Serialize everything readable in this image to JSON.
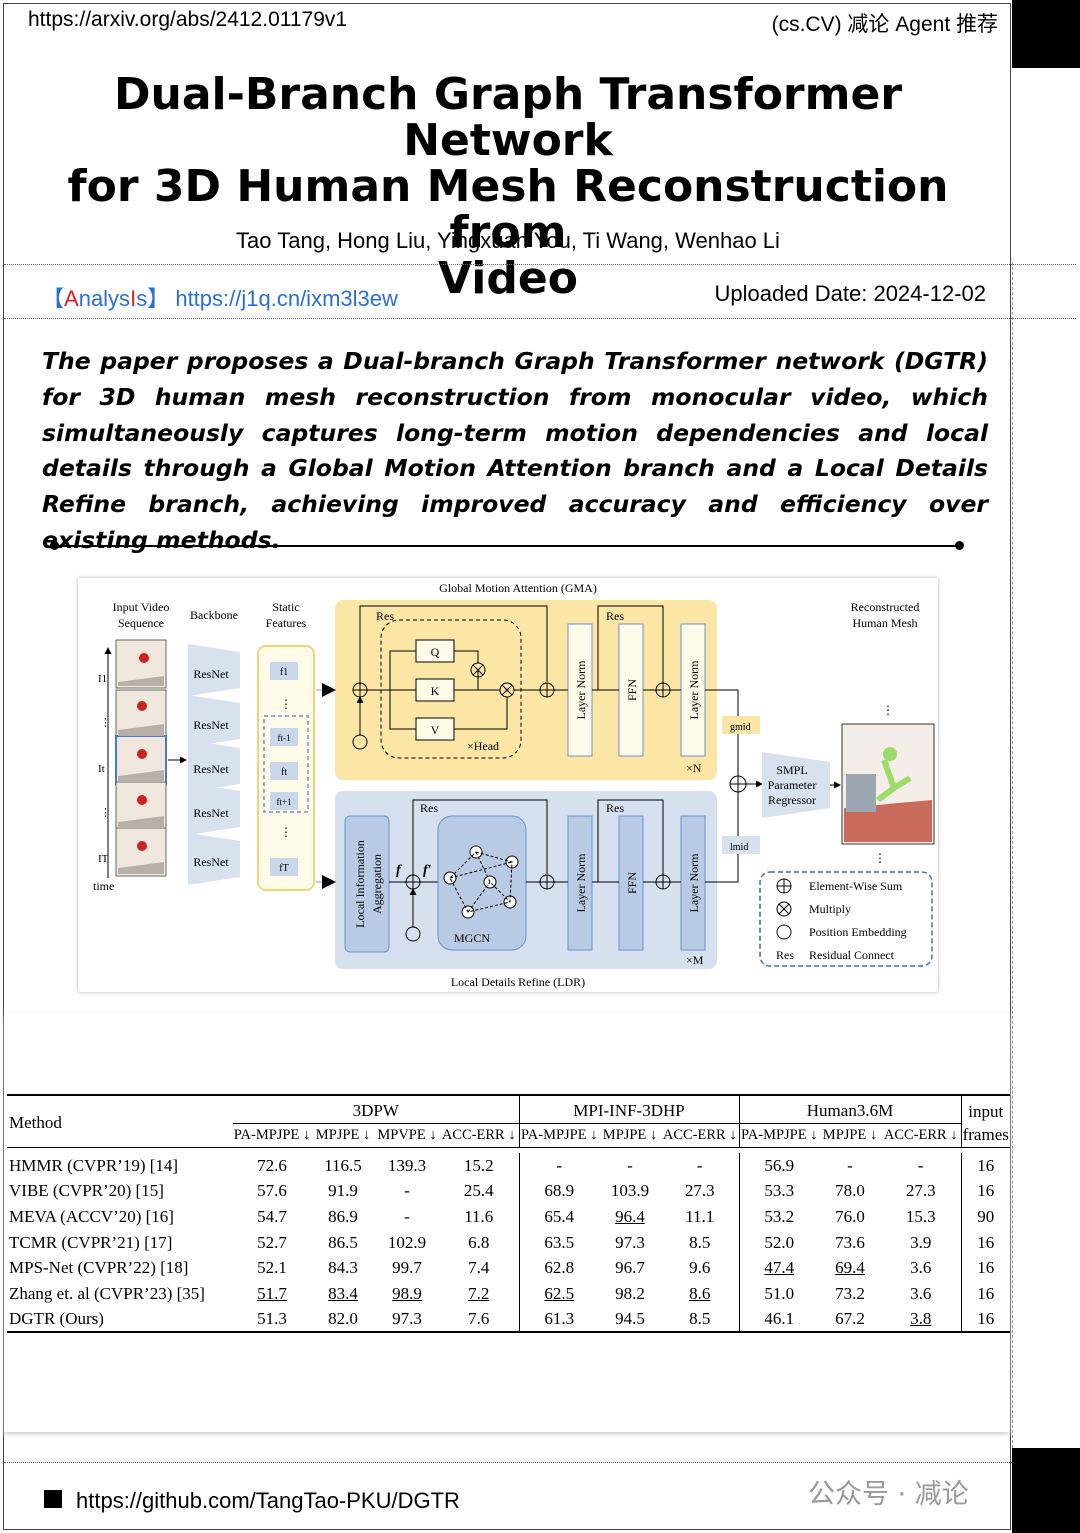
{
  "header": {
    "url": "https://arxiv.org/abs/2412.01179v1",
    "tag": "(cs.CV) 减论 Agent 推荐"
  },
  "paper": {
    "title_lines": [
      "Dual-Branch Graph Transformer Network",
      "for 3D Human Mesh Reconstruction from",
      "Video"
    ],
    "authors": "Tao Tang, Hong Liu, Yingxuan You, Ti Wang, Wenhao Li"
  },
  "meta": {
    "analysis_bracket_open": "【",
    "analysis_red": "A",
    "analysis_mid": "nalys",
    "analysis_red2": "I",
    "analysis_end": "s】",
    "analysis_link": "https://j1q.cn/ixm3l3ew",
    "uploaded": "Uploaded Date: 2024-12-02"
  },
  "abstract": "The paper proposes a Dual-branch Graph Transformer network (DGTR) for 3D human mesh reconstruction from monocular video, which simultaneously captures long-term motion dependencies and local details through a Global Motion Attention branch and a Local Details Refine branch, achieving improved accuracy and efficiency over existing methods.",
  "figure": {
    "gma_title": "Global Motion Attention (GMA)",
    "ldr_title": "Local Details Refine (LDR)",
    "input_label_1": "Input Video",
    "input_label_2": "Sequence",
    "backbone_label": "Backbone",
    "static_label_1": "Static",
    "static_label_2": "Features",
    "recon_label_1": "Reconstructed",
    "recon_label_2": "Human Mesh",
    "resnet": "ResNet",
    "frames": [
      "I1",
      "⋮",
      "It",
      "⋮",
      "IT"
    ],
    "features": [
      "f1",
      "⋮",
      "ft-1",
      "ft",
      "ft+1",
      "⋮",
      "fT"
    ],
    "time": "time",
    "res": "Res",
    "q": "Q",
    "k": "K",
    "v": "V",
    "head": "×Head",
    "layer_norm": "Layer Norm",
    "ffn": "FFN",
    "times_n": "×N",
    "times_m": "×M",
    "g_mid": "gmid",
    "l_mid": "lmid",
    "smpl_1": "SMPL",
    "smpl_2": "Parameter",
    "smpl_3": "Regressor",
    "lia_1": "Local Information",
    "lia_2": "Aggregation",
    "f": "f",
    "f_prime": "f′",
    "mgcn": "MGCN",
    "legend": [
      "Element-Wise Sum",
      "Multiply",
      "Position Embedding",
      "Residual Connect"
    ]
  },
  "table": {
    "method_header": "Method",
    "groups": [
      "3DPW",
      "MPI-INF-3DHP",
      "Human3.6M"
    ],
    "input_header_1": "input",
    "input_header_2": "frames",
    "subheaders": [
      "PA-MPJPE ↓",
      "MPJPE ↓",
      "MPVPE ↓",
      "ACC-ERR ↓",
      "PA-MPJPE ↓",
      "MPJPE ↓",
      "ACC-ERR ↓",
      "PA-MPJPE ↓",
      "MPJPE ↓",
      "ACC-ERR ↓"
    ],
    "rows": [
      {
        "method": "HMMR (CVPR’19) [14]",
        "cells": [
          "72.6",
          "116.5",
          "139.3",
          "15.2",
          "-",
          "-",
          "-",
          "56.9",
          "-",
          "-",
          "16"
        ]
      },
      {
        "method": "VIBE (CVPR’20) [15]",
        "cells": [
          "57.6",
          "91.9",
          "-",
          "25.4",
          "68.9",
          "103.9",
          "27.3",
          "53.3",
          "78.0",
          "27.3",
          "16"
        ]
      },
      {
        "method": "MEVA (ACCV’20) [16]",
        "cells": [
          "54.7",
          "86.9",
          "-",
          "11.6",
          "65.4",
          "96.4",
          "11.1",
          "53.2",
          "76.0",
          "15.3",
          "90"
        ]
      },
      {
        "method": "TCMR (CVPR’21) [17]",
        "cells": [
          "52.7",
          "86.5",
          "102.9",
          "6.8",
          "63.5",
          "97.3",
          "8.5",
          "52.0",
          "73.6",
          "3.9",
          "16"
        ]
      },
      {
        "method": "MPS-Net (CVPR’22) [18]",
        "cells": [
          "52.1",
          "84.3",
          "99.7",
          "7.4",
          "62.8",
          "96.7",
          "9.6",
          "47.4",
          "69.4",
          "3.6",
          "16"
        ]
      },
      {
        "method": "Zhang et. al (CVPR’23) [35]",
        "cells": [
          "51.7",
          "83.4",
          "98.9",
          "7.2",
          "62.5",
          "98.2",
          "8.6",
          "51.0",
          "73.2",
          "3.6",
          "16"
        ]
      },
      {
        "method": "DGTR (Ours)",
        "cells": [
          "51.3",
          "82.0",
          "97.3",
          "7.6",
          "61.3",
          "94.5",
          "8.5",
          "46.1",
          "67.2",
          "3.8",
          "16"
        ]
      }
    ]
  },
  "footer": {
    "github": "https://github.com/TangTao-PKU/DGTR",
    "wechat": "公众号 · 减论"
  },
  "colors": {
    "gma_bg": "#fbe6a6",
    "ldr_bg": "#d6e0ef",
    "link_blue": "#2a6fd6",
    "accent_red": "#d8232a"
  }
}
